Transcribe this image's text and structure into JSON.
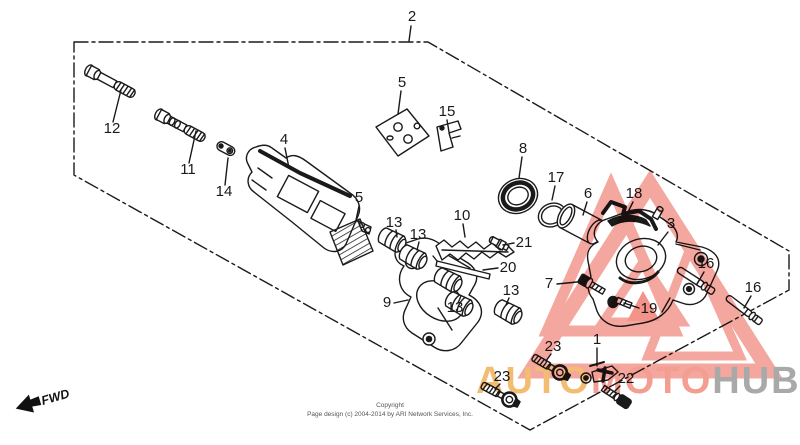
{
  "assembly_ref": "2",
  "callouts": [
    {
      "text": "2"
    },
    {
      "text": "12"
    },
    {
      "text": "11"
    },
    {
      "text": "14"
    },
    {
      "text": "4"
    },
    {
      "text": "5"
    },
    {
      "text": "15"
    },
    {
      "text": "5"
    },
    {
      "text": "8"
    },
    {
      "text": "17"
    },
    {
      "text": "6"
    },
    {
      "text": "18"
    },
    {
      "text": "3"
    },
    {
      "text": "13"
    },
    {
      "text": "13"
    },
    {
      "text": "10"
    },
    {
      "text": "21"
    },
    {
      "text": "20"
    },
    {
      "text": "13"
    },
    {
      "text": "13"
    },
    {
      "text": "9"
    },
    {
      "text": "7"
    },
    {
      "text": "19"
    },
    {
      "text": "16"
    },
    {
      "text": "16"
    },
    {
      "text": "1"
    },
    {
      "text": "23"
    },
    {
      "text": "23"
    },
    {
      "text": "22"
    }
  ],
  "fwd_arrow": {
    "label": "FWD"
  },
  "footer": {
    "line1": "Copyright",
    "line2": "Page design (c) 2004-2014 by ARI Network Services, Inc."
  },
  "watermark": {
    "triangle_color": "#f4a79e",
    "segments": [
      {
        "text": "AUTO",
        "color": "#f2bc72"
      },
      {
        "text": "MOTO",
        "color": "#f49e92"
      },
      {
        "text": "HUB",
        "color": "#a9a9a9"
      }
    ]
  },
  "colors": {
    "line": "#1a1a1a",
    "background": "#ffffff"
  }
}
